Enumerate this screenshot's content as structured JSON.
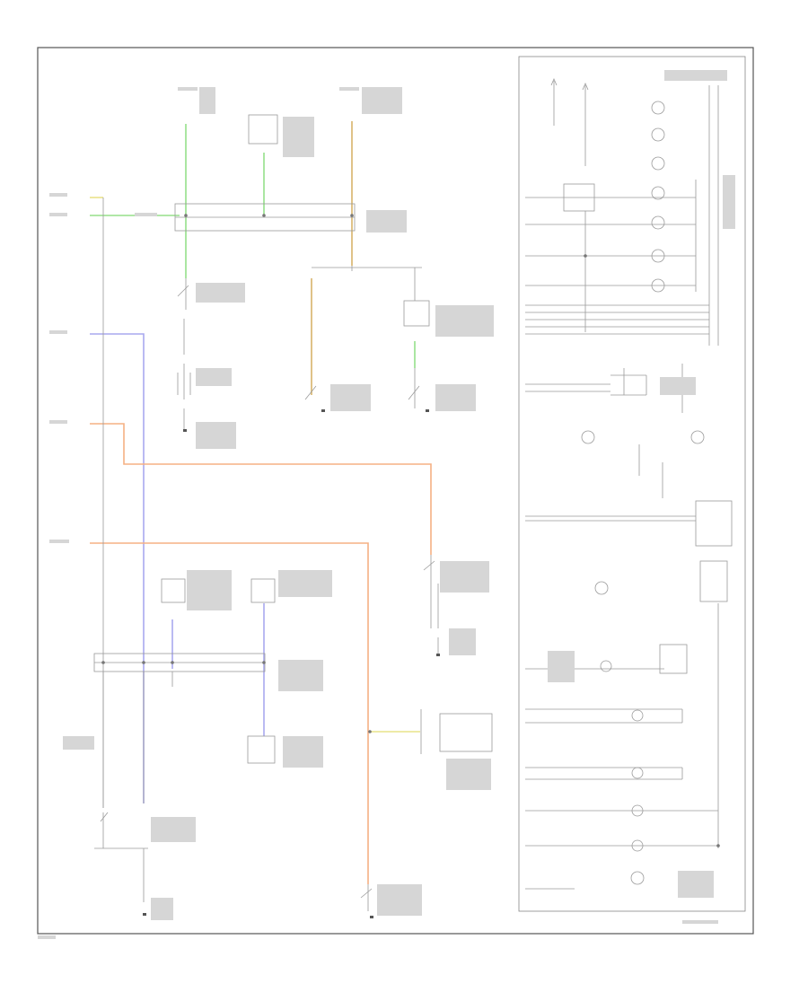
{
  "diagram": {
    "footer_code": "",
    "cluster_caption": "",
    "wires": [
      {
        "name": "wire-yellow-top",
        "color": "#e9e38a"
      },
      {
        "name": "wire-green",
        "color": "#96df8a"
      },
      {
        "name": "wire-tan",
        "color": "#d7b46a"
      },
      {
        "name": "wire-blue",
        "color": "#a9a9ef"
      },
      {
        "name": "wire-orange",
        "color": "#f5b184"
      }
    ]
  }
}
